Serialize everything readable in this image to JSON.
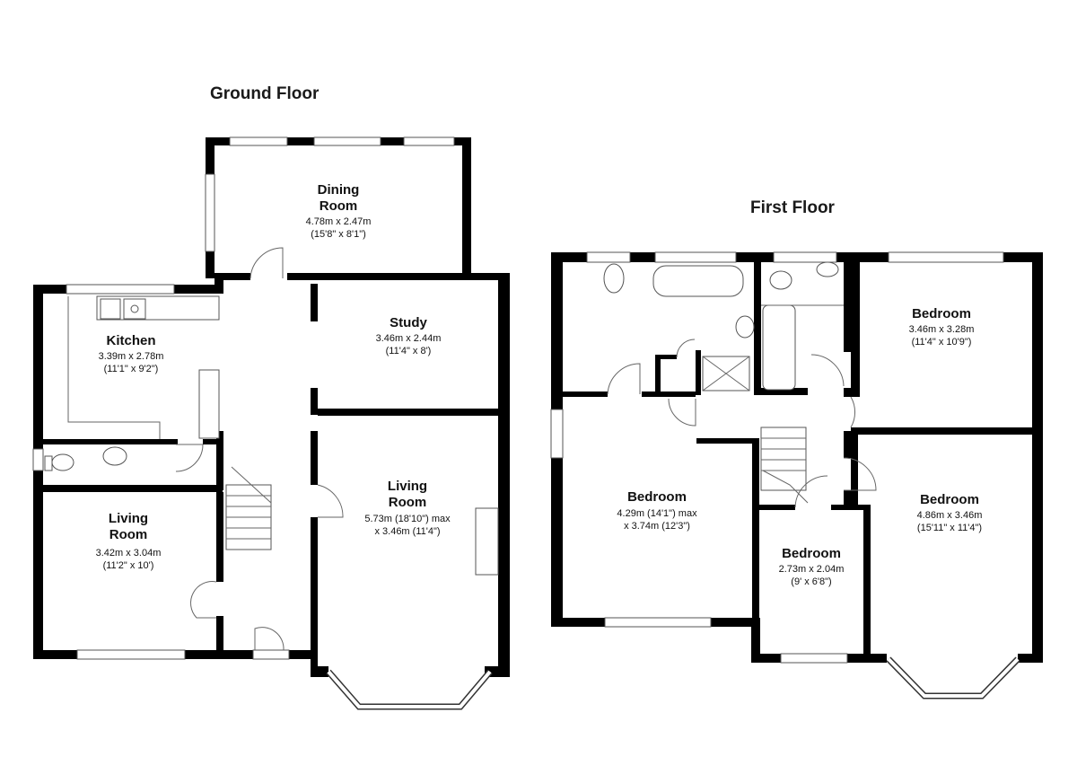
{
  "floors": {
    "ground": {
      "title": "Ground Floor",
      "rooms": {
        "dining": {
          "name": [
            "Dining",
            "Room"
          ],
          "dims": [
            "4.78m x 2.47m",
            "(15'8\" x 8'1\")"
          ]
        },
        "study": {
          "name": [
            "Study"
          ],
          "dims": [
            "3.46m x 2.44m",
            "(11'4\" x 8')"
          ]
        },
        "kitchen": {
          "name": [
            "Kitchen"
          ],
          "dims": [
            "3.39m x 2.78m",
            "(11'1\" x 9'2\")"
          ]
        },
        "living_front": {
          "name": [
            "Living",
            "Room"
          ],
          "dims": [
            "3.42m x 3.04m",
            "(11'2\" x 10')"
          ]
        },
        "living_main": {
          "name": [
            "Living",
            "Room"
          ],
          "dims": [
            "5.73m (18'10\") max",
            "x 3.46m (11'4\")"
          ]
        }
      }
    },
    "first": {
      "title": "First Floor",
      "rooms": {
        "bedroom_ne": {
          "name": [
            "Bedroom"
          ],
          "dims": [
            "3.46m x 3.28m",
            "(11'4\" x 10'9\")"
          ]
        },
        "bedroom_w": {
          "name": [
            "Bedroom"
          ],
          "dims": [
            "4.29m (14'1\") max",
            "x 3.74m (12'3\")"
          ]
        },
        "bedroom_small": {
          "name": [
            "Bedroom"
          ],
          "dims": [
            "2.73m x 2.04m",
            "(9' x 6'8\")"
          ]
        },
        "bedroom_e": {
          "name": [
            "Bedroom"
          ],
          "dims": [
            "4.86m x 3.46m",
            "(15'11\" x 11'4\")"
          ]
        }
      }
    }
  }
}
